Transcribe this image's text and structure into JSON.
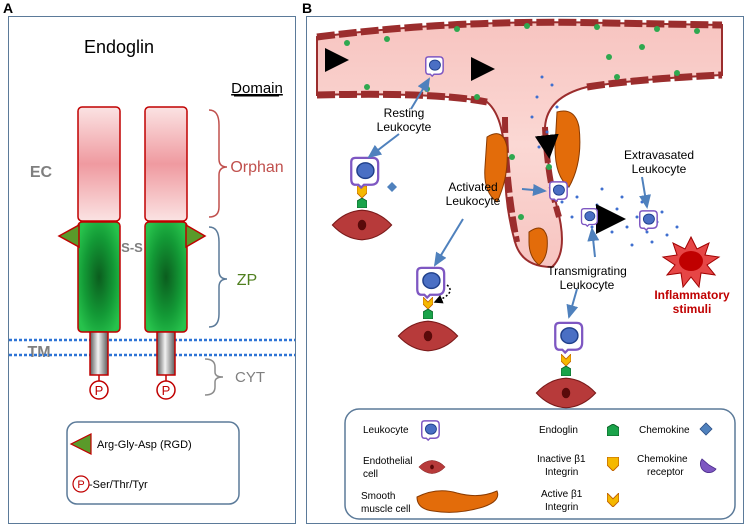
{
  "panel_a": {
    "label": "A",
    "title": "Endoglin",
    "domain_header": "Domain",
    "region_ec": "EC",
    "region_tm": "TM",
    "ss_bond": "S-S",
    "domains": {
      "orphan": "Orphan",
      "zp": "ZP",
      "cyt": "CYT"
    },
    "phospho_symbol": "P",
    "legend": {
      "rgd_label": "Arg-Gly-Asp (RGD)",
      "phospho_label": "-Ser/Thr/Tyr",
      "phospho_symbol": "P"
    },
    "colors": {
      "orphan": "#c0504d",
      "zp": "#4f7f1f",
      "rgd": "#5a9a2a",
      "border": "#5b7a99"
    }
  },
  "panel_b": {
    "label": "B",
    "annotations": {
      "resting": [
        "Resting",
        "Leukocyte"
      ],
      "activated": [
        "Activated",
        "Leukocyte"
      ],
      "extravasated": [
        "Extravasated",
        "Leukocyte"
      ],
      "transmigrating": [
        "Transmigrating",
        "Leukocyte"
      ],
      "inflammatory": [
        "Inflammatory",
        "stimuli"
      ]
    },
    "legend": {
      "leukocyte": "Leukocyte",
      "endothelial": [
        "Endothelial",
        "cell"
      ],
      "smooth_muscle": [
        "Smooth",
        "muscle cell"
      ],
      "endoglin": "Endoglin",
      "inactive_integrin": [
        "Inactive β1",
        "Integrin"
      ],
      "active_integrin": [
        "Active β1",
        "Integrin"
      ],
      "chemokine": "Chemokine",
      "chemokine_receptor": [
        "Chemokine",
        "receptor"
      ]
    },
    "colors": {
      "vessel": "#f4c7c3",
      "endothelium": "#9b2d2d",
      "smooth_muscle": "#e36c0a",
      "leukocyte": "#7e57c2",
      "inflammatory": "#c00000"
    }
  }
}
